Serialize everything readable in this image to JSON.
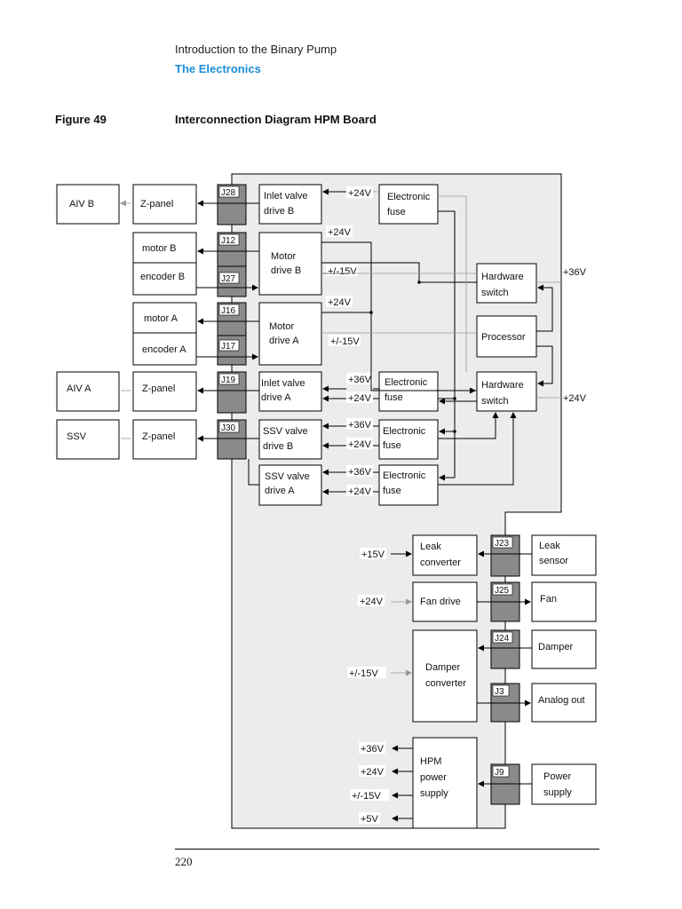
{
  "header": {
    "title": "Introduction to the Binary Pump",
    "section": "The Electronics"
  },
  "figure": {
    "label": "Figure 49",
    "title": "Interconnection Diagram HPM Board"
  },
  "diagram": {
    "external": {
      "aiv_b": "AIV B",
      "aiv_a": "AIV A",
      "ssv": "SSV",
      "zpanel_1": "Z-panel",
      "zpanel_2": "Z-panel",
      "zpanel_3": "Z-panel",
      "motor_b": "motor B",
      "encoder_b": "encoder B",
      "motor_a": "motor A",
      "encoder_a": "encoder A"
    },
    "connectors": {
      "j28": "J28",
      "j12": "J12",
      "j27": "J27",
      "j16": "J16",
      "j17": "J17",
      "j19": "J19",
      "j30": "J30",
      "j23": "J23",
      "j25": "J25",
      "j24": "J24",
      "j3": "J3",
      "j9": "J9"
    },
    "board": {
      "inlet_b": [
        "Inlet valve",
        "drive B"
      ],
      "motor_drive_b": [
        "Motor",
        "drive B"
      ],
      "motor_drive_a": [
        "Motor",
        "drive A"
      ],
      "inlet_a": [
        "Inlet valve",
        "drive A"
      ],
      "ssv_b": [
        "SSV valve",
        "drive B"
      ],
      "ssv_a": [
        "SSV valve",
        "drive A"
      ],
      "efuse_1": [
        "Electronic",
        "fuse"
      ],
      "efuse_2": [
        "Electronic",
        "fuse"
      ],
      "efuse_3": [
        "Electronic",
        "fuse"
      ],
      "efuse_4": [
        "Electronic",
        "fuse"
      ],
      "hw_switch_1": [
        "Hardware",
        "switch"
      ],
      "processor": "Processor",
      "hw_switch_2": [
        "Hardware",
        "switch"
      ],
      "leak_converter": [
        "Leak",
        "converter"
      ],
      "fan_drive": "Fan drive",
      "damper_converter": [
        "Damper",
        "converter"
      ],
      "hpm_power_supply": [
        "HPM",
        "power",
        "supply"
      ]
    },
    "peripherals": {
      "leak_sensor": [
        "Leak",
        "sensor"
      ],
      "fan": "Fan",
      "damper": "Damper",
      "analog_out": "Analog out",
      "power_supply": [
        "Power",
        "supply"
      ]
    },
    "voltages": {
      "v_inletb": "+24V",
      "v_mb_24": "+24V",
      "v_mb_15": "+/-15V",
      "v_ma_24": "+24V",
      "v_ma_15": "+/-15V",
      "v_36_top": "+36V",
      "v_ia_36": "+36V",
      "v_ia_24": "+24V",
      "v_sb_36": "+36V",
      "v_sb_24": "+24V",
      "v_sa_36": "+36V",
      "v_sa_24": "+24V",
      "v_24_right": "+24V",
      "v_leak_15": "+15V",
      "v_fan_24": "+24V",
      "v_damper_15": "+/-15V",
      "v_hpm_36": "+36V",
      "v_hpm_24": "+24V",
      "v_hpm_15": "+/-15V",
      "v_hpm_5": "+5V"
    }
  },
  "footer": {
    "page_number": "220"
  }
}
